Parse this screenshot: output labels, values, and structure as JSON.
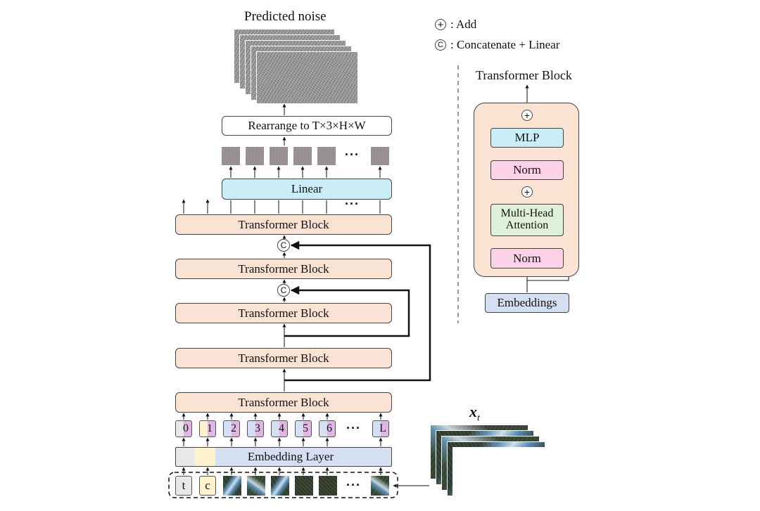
{
  "title_predicted": "Predicted noise",
  "legend": {
    "add_label": ": Add",
    "concat_label": ": Concatenate + Linear",
    "add_symbol": "+",
    "concat_symbol": "C"
  },
  "rearrange_label": "Rearrange to T×3×H×W",
  "linear_label": "Linear",
  "ellipsis": "···",
  "transformer_block_label": "Transformer Block",
  "embedding_layer_label": "Embedding Layer",
  "tokens": [
    "0",
    "1",
    "2",
    "3",
    "4",
    "5",
    "6",
    "L"
  ],
  "input_tokens": [
    "t",
    "c"
  ],
  "xt_label": "x",
  "xt_sub": "t",
  "detail": {
    "title": "Transformer Block",
    "mlp": "MLP",
    "norm_top": "Norm",
    "attention_line1": "Multi-Head",
    "attention_line2": "Attention",
    "norm_bottom": "Norm",
    "embeddings": "Embeddings"
  },
  "colors": {
    "transformer_block": "#fbe3d4",
    "linear": "#c9eef7",
    "norm": "#fcd3e6",
    "attention": "#e0f1da",
    "embedding": "#d4e0f1",
    "token_highlight": "#dfb7e2",
    "t_token": "#e8e8e8",
    "c_token": "#fff2cc"
  }
}
